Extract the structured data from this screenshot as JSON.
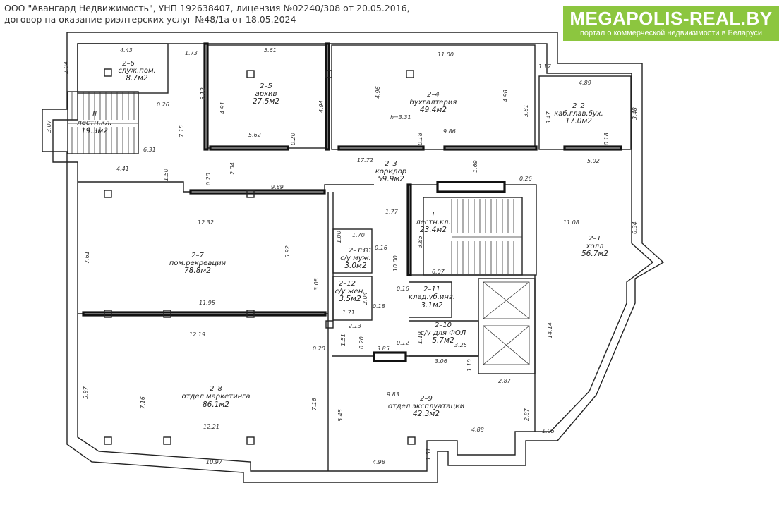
{
  "header": {
    "line1": "ООО \"Авангард Недвижимость\", УНП 192638407, лицензия №02240/308 от 20.05.2016,",
    "line2": "договор на оказание риэлтерских услуг №48/1а от 18.05.2024"
  },
  "badge": {
    "title": "MEGAPOLIS-REAL.BY",
    "subtitle": "портал о коммерческой недвижимости в Беларуси",
    "color": "#8cc63f"
  },
  "rooms": [
    {
      "id": "2–6",
      "name": "служ.пом.",
      "area": "8.7м2"
    },
    {
      "id": "2–5",
      "name": "архив",
      "area": "27.5м2"
    },
    {
      "id": "2–4",
      "name": "бухгалтерия",
      "area": "49.4м2"
    },
    {
      "id": "2–2",
      "name": "каб.глав.бух.",
      "area": "17.0м2"
    },
    {
      "id": "2–3",
      "name": "коридор",
      "area": "59.9м2"
    },
    {
      "id": "2–1",
      "name": "холл",
      "area": "56.7м2"
    },
    {
      "id": "2–7",
      "name": "пом.рекреации",
      "area": "78.8м2"
    },
    {
      "id": "2–8",
      "name": "отдел маркетинга",
      "area": "86.1м2"
    },
    {
      "id": "2–9",
      "name": "отдел эксплуатации",
      "area": "42.3м2"
    },
    {
      "id": "2–12",
      "name": "с/у жен.",
      "area": "3.5м2"
    },
    {
      "id": "2–13",
      "name": "с/у муж.",
      "area": "3.0м2"
    },
    {
      "id": "2–11",
      "name": "клад.уб.инв.",
      "area": "3.1м2"
    },
    {
      "id": "2–10",
      "name": "с/у для ФОЛ",
      "area": "5.7м2"
    },
    {
      "id": "II",
      "name": "лестн.кл.",
      "area": "19.3м2"
    },
    {
      "id": "I",
      "name": "лестн.кл.",
      "area": "23.4м2"
    }
  ],
  "dimensions": [
    "4.43",
    "1.73",
    "2.04",
    "5.61",
    "11.00",
    "1.17",
    "4.89",
    "3.07",
    "5.12",
    "4.91",
    "4.94",
    "4.96",
    "4.98",
    "3.81",
    "3.47",
    "3.48",
    "h=3.31",
    "0.26",
    "6.31",
    "7.15",
    "5.62",
    "0.20",
    "0.18",
    "9.86",
    "0.18",
    "4.41",
    "1.50",
    "0.20",
    "2.04",
    "17.72",
    "1.69",
    "0.26",
    "5.02",
    "9.89",
    "1.77",
    "12.32",
    "7.61",
    "1.00",
    "1.70",
    "0.16",
    "3.85",
    "11.08",
    "6.34",
    "5.92",
    "1.31",
    "10.00",
    "6.07",
    "3.08",
    "0.16",
    "11.95",
    "1.71",
    "2.04",
    "0.18",
    "2.13",
    "12.19",
    "1.51",
    "0.20",
    "0.20",
    "3.85",
    "0.12",
    "1.19",
    "3.25",
    "14.14",
    "5.97",
    "7.16",
    "7.16",
    "5.45",
    "3.06",
    "1.10",
    "2.87",
    "9.83",
    "2.87",
    "12.21",
    "4.88",
    "1.05",
    "10.97",
    "4.98",
    "1.51"
  ]
}
